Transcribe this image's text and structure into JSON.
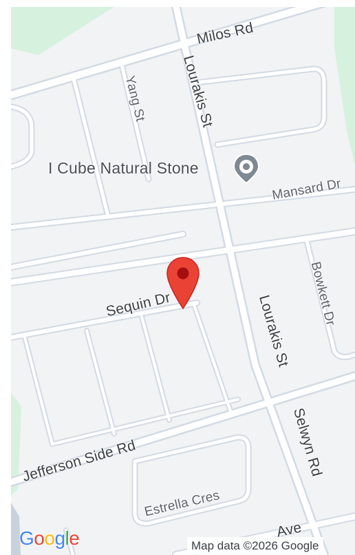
{
  "map": {
    "streets": [
      {
        "id": "milos-rd",
        "label": "Milos Rd"
      },
      {
        "id": "lourakis-st-north",
        "label": "Lourakis St"
      },
      {
        "id": "yang-st",
        "label": "Yang St"
      },
      {
        "id": "mansard-dr",
        "label": "Mansard Dr"
      },
      {
        "id": "sequin-dr",
        "label": "Sequin Dr"
      },
      {
        "id": "bowkett-dr",
        "label": "Bowkett Dr"
      },
      {
        "id": "lourakis-st-south",
        "label": "Lourakis St"
      },
      {
        "id": "jefferson-side-rd",
        "label": "Jefferson Side Rd"
      },
      {
        "id": "selwyn-rd",
        "label": "Selwyn Rd"
      },
      {
        "id": "estrella-cres",
        "label": "Estrella Cres"
      },
      {
        "id": "ave-partial",
        "label": "Ave"
      }
    ],
    "poi": {
      "label": "I Cube Natural Stone",
      "icon": "map-pin-poi-icon"
    },
    "marker": {
      "icon": "red-location-marker-icon",
      "color": "#ea4335"
    },
    "colors": {
      "land": "#f1f3f4",
      "road": "#ffffff",
      "road_casing": "#d3dae3",
      "park": "#d7f1df",
      "water_edge": "#c8d2da"
    }
  },
  "footer": {
    "logo_letters": [
      "G",
      "o",
      "o",
      "g",
      "l",
      "e"
    ],
    "logo_colors": [
      "#4285f4",
      "#ea4335",
      "#fbbc05",
      "#4285f4",
      "#34a853",
      "#ea4335"
    ],
    "attribution": "Map data ©2026 Google"
  }
}
